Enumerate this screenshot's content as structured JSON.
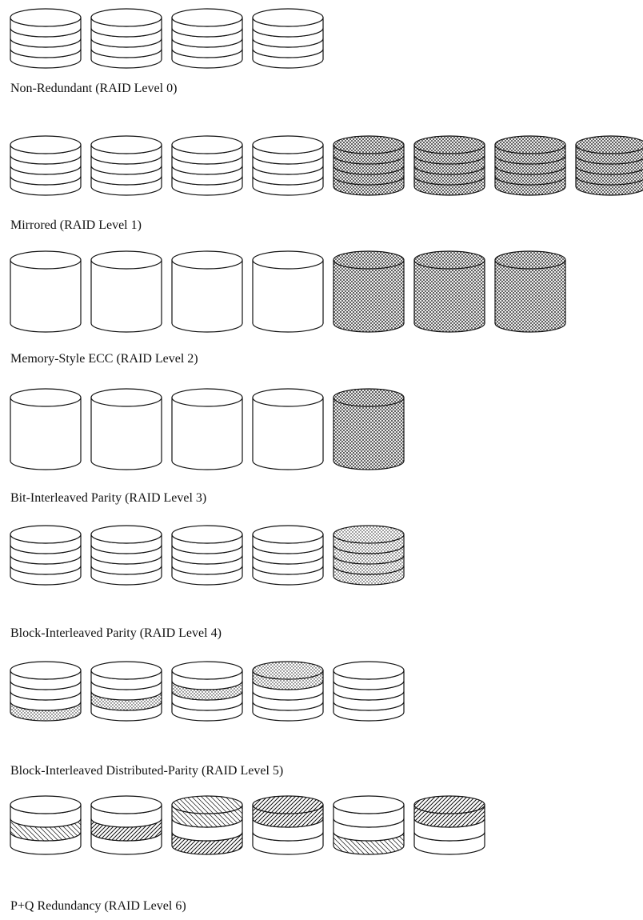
{
  "colors": {
    "ink": "#111111",
    "background": "#ffffff"
  },
  "fills": {
    "none": "no shading",
    "crosshatch": "redundant data (mirror / ECC)",
    "dots": "parity",
    "diag_p": "P parity (hatched one way)",
    "diag_q": "Q parity (hatched the other way)"
  },
  "levels": [
    {
      "caption": "Non-Redundant (RAID Level 0)",
      "kind": "stack",
      "disks": [
        [
          "none",
          "none",
          "none",
          "none"
        ],
        [
          "none",
          "none",
          "none",
          "none"
        ],
        [
          "none",
          "none",
          "none",
          "none"
        ],
        [
          "none",
          "none",
          "none",
          "none"
        ]
      ]
    },
    {
      "caption": "Mirrored (RAID Level 1)",
      "kind": "stack",
      "disks": [
        [
          "none",
          "none",
          "none",
          "none"
        ],
        [
          "none",
          "none",
          "none",
          "none"
        ],
        [
          "none",
          "none",
          "none",
          "none"
        ],
        [
          "none",
          "none",
          "none",
          "none"
        ],
        [
          "crosshatch",
          "crosshatch",
          "crosshatch",
          "crosshatch"
        ],
        [
          "crosshatch",
          "crosshatch",
          "crosshatch",
          "crosshatch"
        ],
        [
          "crosshatch",
          "crosshatch",
          "crosshatch",
          "crosshatch"
        ],
        [
          "crosshatch",
          "crosshatch",
          "crosshatch",
          "crosshatch"
        ]
      ]
    },
    {
      "caption": "Memory-Style ECC (RAID Level 2)",
      "kind": "cylinder",
      "disks": [
        "none",
        "none",
        "none",
        "none",
        "crosshatch",
        "crosshatch",
        "crosshatch"
      ]
    },
    {
      "caption": "Bit-Interleaved Parity (RAID Level 3)",
      "kind": "cylinder",
      "disks": [
        "none",
        "none",
        "none",
        "none",
        "crosshatch"
      ]
    },
    {
      "caption": "Block-Interleaved Parity (RAID Level 4)",
      "kind": "stack",
      "disks": [
        [
          "none",
          "none",
          "none",
          "none"
        ],
        [
          "none",
          "none",
          "none",
          "none"
        ],
        [
          "none",
          "none",
          "none",
          "none"
        ],
        [
          "none",
          "none",
          "none",
          "none"
        ],
        [
          "dots",
          "dots",
          "dots",
          "dots"
        ]
      ]
    },
    {
      "caption": "Block-Interleaved Distributed-Parity (RAID Level 5)",
      "kind": "stack",
      "disks": [
        [
          "none",
          "none",
          "none",
          "dots"
        ],
        [
          "none",
          "none",
          "dots",
          "none"
        ],
        [
          "none",
          "dots",
          "none",
          "none"
        ],
        [
          "dots",
          "none",
          "none",
          "none"
        ],
        [
          "none",
          "none",
          "none",
          "none"
        ]
      ]
    },
    {
      "caption": "P+Q Redundancy (RAID Level 6)",
      "kind": "stack3",
      "disks": [
        [
          "none",
          "diag_p",
          "none"
        ],
        [
          "none",
          "diag_q",
          "none"
        ],
        [
          "diag_p",
          "none",
          "diag_q"
        ],
        [
          "diag_q",
          "none",
          "none"
        ],
        [
          "none",
          "none",
          "diag_p"
        ],
        [
          "diag_q",
          "none",
          "none"
        ]
      ]
    }
  ]
}
